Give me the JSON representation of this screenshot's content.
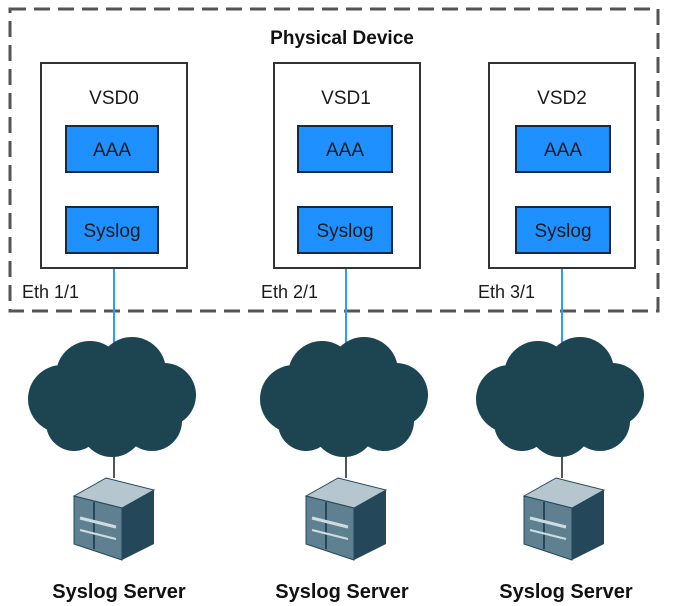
{
  "physical_device": {
    "title": "Physical Device"
  },
  "vsds": [
    {
      "name": "VSD0",
      "aaa": "AAA",
      "syslog": "Syslog",
      "port": "Eth 1/1",
      "server": "Syslog Server"
    },
    {
      "name": "VSD1",
      "aaa": "AAA",
      "syslog": "Syslog",
      "port": "Eth 2/1",
      "server": "Syslog Server"
    },
    {
      "name": "VSD2",
      "aaa": "AAA",
      "syslog": "Syslog",
      "port": "Eth 3/1",
      "server": "Syslog Server"
    }
  ],
  "colors": {
    "module_fill": "#1E90FF",
    "module_stroke": "#1a2a3a",
    "link": "#2aa0f0",
    "cloud": "#1d4451",
    "frame": "#555555",
    "server_dark": "#24485a",
    "server_mid": "#5e8090",
    "server_light": "#b5c6cf"
  },
  "icons": {
    "network": "cloud-icon",
    "server": "server-icon"
  }
}
